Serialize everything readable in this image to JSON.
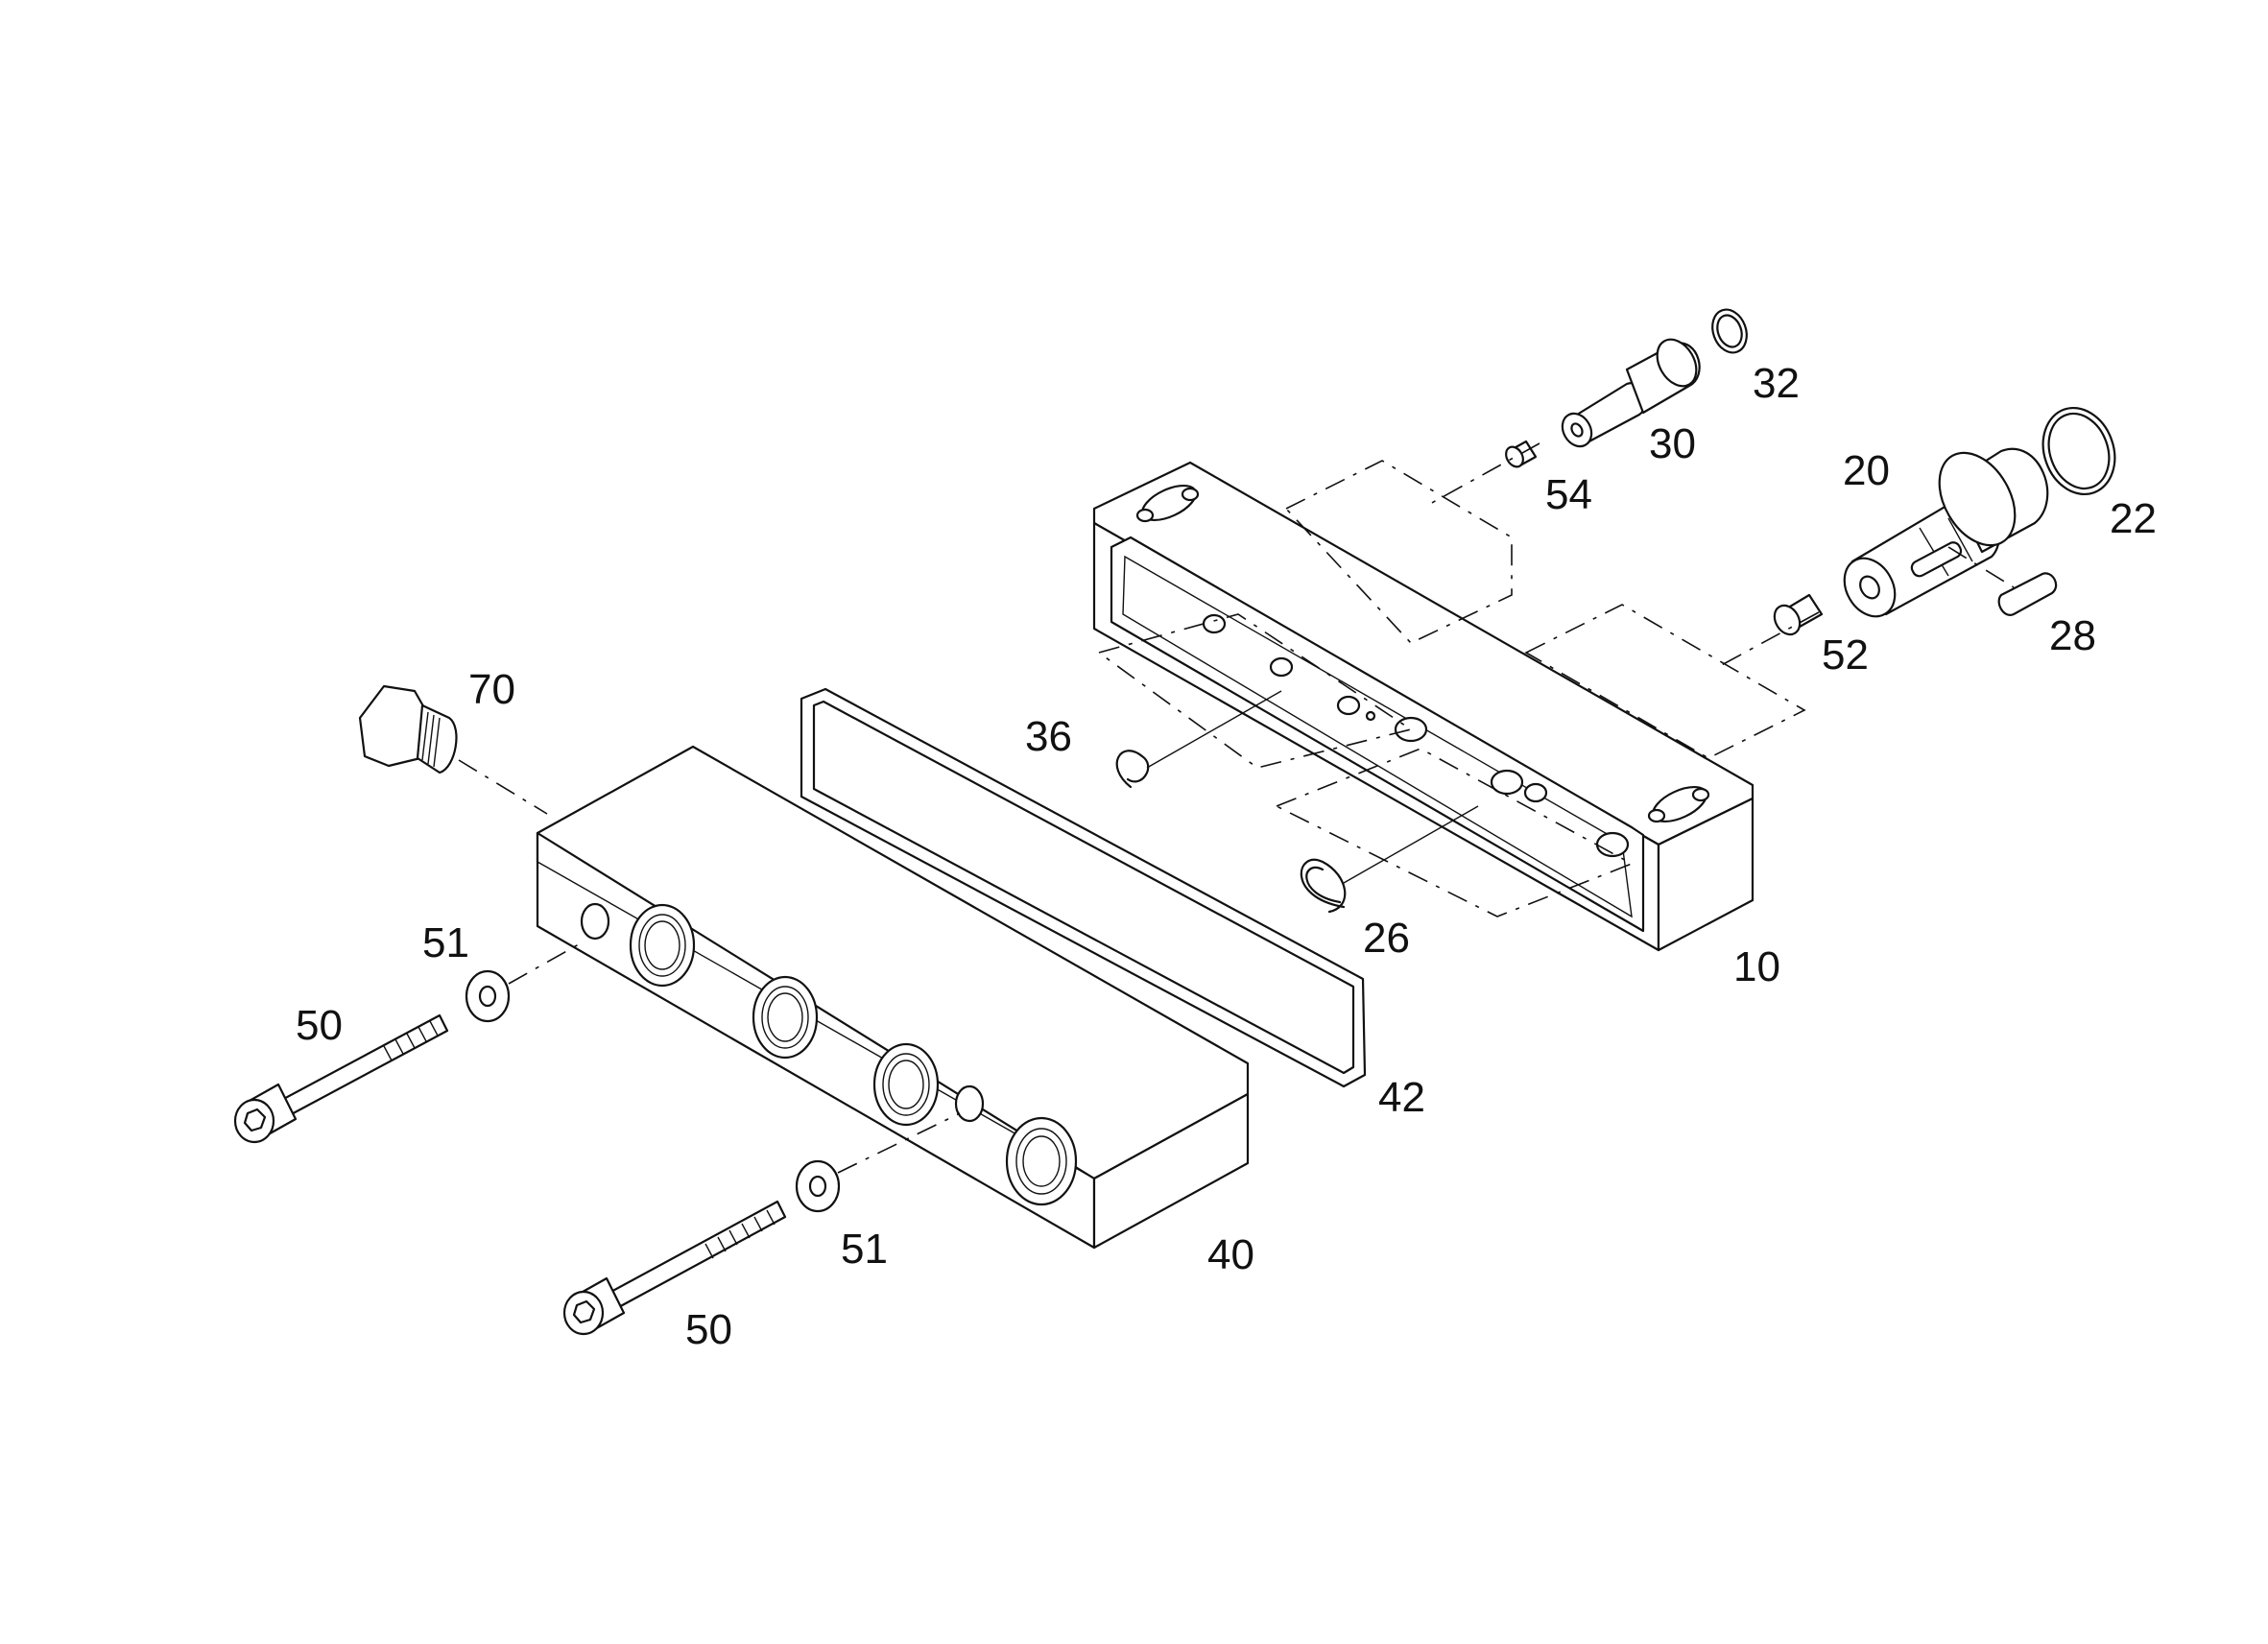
{
  "diagram": {
    "type": "exploded-parts-view",
    "line_color": "#111111",
    "background": "#ffffff"
  },
  "labels": {
    "p10": "10",
    "p20": "20",
    "p22": "22",
    "p26": "26",
    "p28": "28",
    "p30": "30",
    "p32": "32",
    "p36": "36",
    "p40": "40",
    "p42": "42",
    "p50a": "50",
    "p50b": "50",
    "p51a": "51",
    "p51b": "51",
    "p52": "52",
    "p54": "54",
    "p70": "70"
  }
}
